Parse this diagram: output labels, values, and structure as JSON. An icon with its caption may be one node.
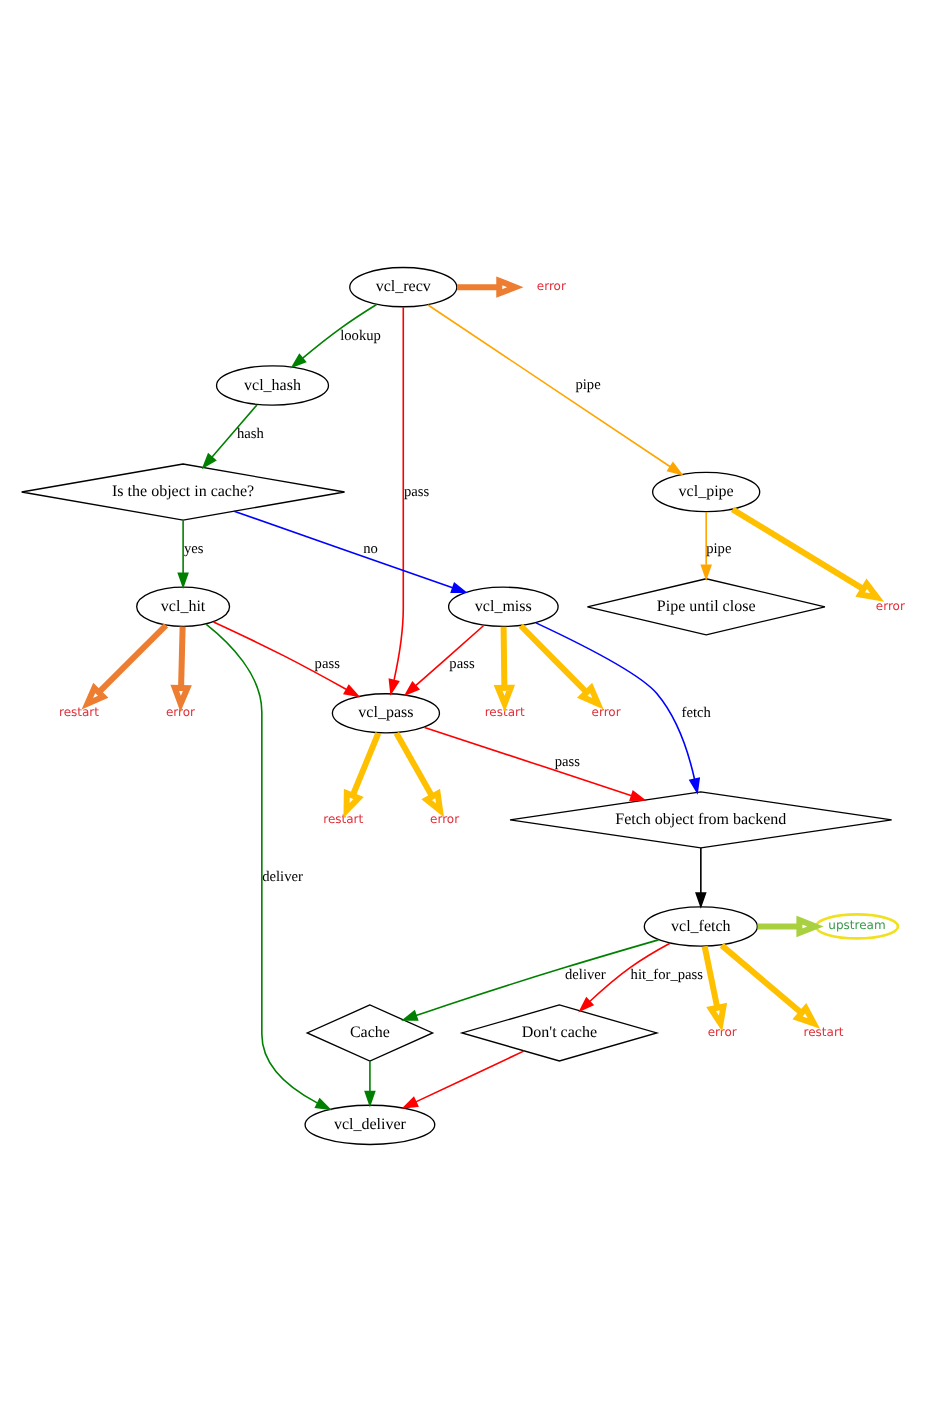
{
  "diagram": {
    "nodes": [
      {
        "text": [
          "vcl_recv"
        ]
      },
      {
        "text": [
          "error"
        ]
      },
      {
        "text": [
          "vcl_hash"
        ]
      },
      {
        "text": [
          "vcl_pipe"
        ]
      },
      {
        "text": [
          "error"
        ]
      },
      {
        "text": [
          "Is the object in cache?"
        ]
      },
      {
        "text": [
          "Pipe until close"
        ]
      },
      {
        "text": [
          "vcl_hit"
        ]
      },
      {
        "text": [
          "vcl_miss"
        ]
      },
      {
        "text": [
          "restart"
        ]
      },
      {
        "text": [
          "error"
        ]
      },
      {
        "text": [
          "restart"
        ]
      },
      {
        "text": [
          "error"
        ]
      },
      {
        "text": [
          "vcl_pass"
        ]
      },
      {
        "text": [
          "restart"
        ]
      },
      {
        "text": [
          "error"
        ]
      },
      {
        "text": [
          "Fetch object from backend"
        ]
      },
      {
        "text": [
          "vcl_fetch"
        ]
      },
      {
        "text": [
          "upstream"
        ]
      },
      {
        "text": [
          "error"
        ]
      },
      {
        "text": [
          "restart"
        ]
      },
      {
        "text": [
          "Cache"
        ]
      },
      {
        "text": [
          "Don't cache"
        ]
      },
      {
        "text": [
          "vcl_deliver"
        ]
      }
    ],
    "edges": [
      {
        "from": 0,
        "to": 2,
        "arrow": "to",
        "label": "lookup",
        "color": "#008000"
      },
      {
        "from": 0,
        "to": 3,
        "arrow": "to",
        "label": "pipe",
        "color": "#ffa500"
      },
      {
        "from": 0,
        "to": 13,
        "arrow": "to",
        "label": "pass",
        "color": "#ff0000"
      },
      {
        "from": 0,
        "to": 1,
        "arrow": "to",
        "style": "thick",
        "color": "#ed7d31"
      },
      {
        "from": 2,
        "to": 5,
        "arrow": "to",
        "label": "hash",
        "color": "#008000"
      },
      {
        "from": 3,
        "to": 4,
        "arrow": "to",
        "style": "thick",
        "color": "#ffc000"
      },
      {
        "from": 3,
        "to": 6,
        "arrow": "to",
        "label": "pipe",
        "color": "#ffa500"
      },
      {
        "from": 5,
        "to": 7,
        "arrow": "to",
        "label": "yes",
        "color": "#008000"
      },
      {
        "from": 5,
        "to": 8,
        "arrow": "to",
        "label": "no",
        "color": "#0000ff"
      },
      {
        "from": 7,
        "to": 13,
        "arrow": "to",
        "label": "pass",
        "color": "#ff0000"
      },
      {
        "from": 7,
        "to": 23,
        "arrow": "to",
        "label": "deliver",
        "color": "#008000"
      },
      {
        "from": 7,
        "to": 9,
        "arrow": "to",
        "style": "thick",
        "color": "#ed7d31"
      },
      {
        "from": 7,
        "to": 10,
        "arrow": "to",
        "style": "thick",
        "color": "#ed7d31"
      },
      {
        "from": 8,
        "to": 13,
        "arrow": "to",
        "label": "pass",
        "color": "#ff0000"
      },
      {
        "from": 8,
        "to": 16,
        "arrow": "to",
        "label": "fetch",
        "color": "#0000ff"
      },
      {
        "from": 8,
        "to": 11,
        "arrow": "to",
        "style": "thick",
        "color": "#ffc000"
      },
      {
        "from": 8,
        "to": 12,
        "arrow": "to",
        "style": "thick",
        "color": "#ffc000"
      },
      {
        "from": 13,
        "to": 16,
        "arrow": "to",
        "label": "pass",
        "color": "#ff0000"
      },
      {
        "from": 13,
        "to": 14,
        "arrow": "to",
        "style": "thick",
        "color": "#ffc000"
      },
      {
        "from": 13,
        "to": 15,
        "arrow": "to",
        "style": "thick",
        "color": "#ffc000"
      },
      {
        "from": 16,
        "to": 17,
        "arrow": "to",
        "color": "#000000"
      },
      {
        "from": 17,
        "to": 18,
        "arrow": "to",
        "style": "thick",
        "color": "#a9d13f"
      },
      {
        "from": 17,
        "to": 19,
        "arrow": "to",
        "style": "thick",
        "color": "#ffc000"
      },
      {
        "from": 17,
        "to": 20,
        "arrow": "to",
        "style": "thick",
        "color": "#ffc000"
      },
      {
        "from": 17,
        "to": 21,
        "arrow": "to",
        "label": "deliver",
        "color": "#008000"
      },
      {
        "from": 17,
        "to": 22,
        "arrow": "to",
        "label": "hit_for_pass",
        "color": "#ff0000"
      },
      {
        "from": 21,
        "to": 23,
        "arrow": "to",
        "color": "#008000"
      },
      {
        "from": 22,
        "to": 23,
        "arrow": "to",
        "color": "#ff0000"
      }
    ]
  }
}
